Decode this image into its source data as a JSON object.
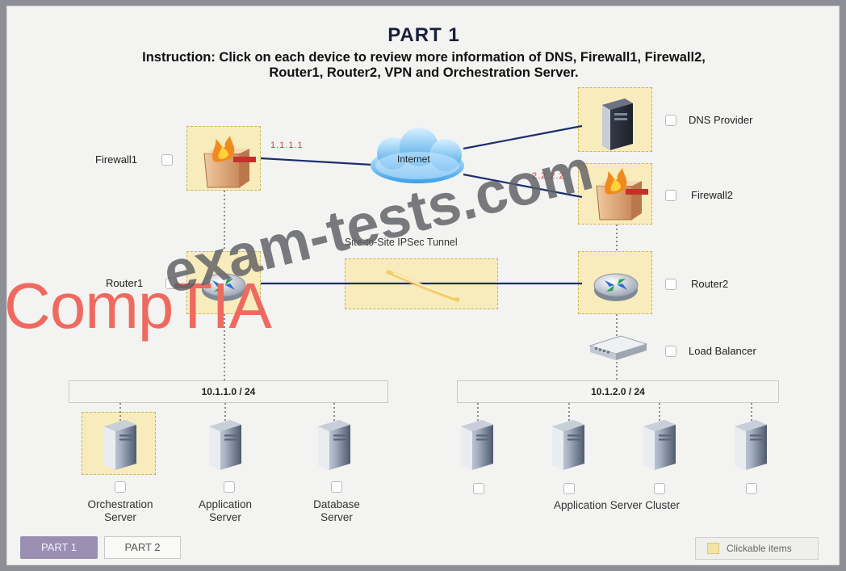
{
  "title": "PART 1",
  "instruction_line1": "Instruction: Click on each device to review more information of DNS, Firewall1, Firewall2,",
  "instruction_line2": "Router1, Router2, VPN and Orchestration Server.",
  "devices": {
    "firewall1": {
      "label": "Firewall1",
      "ip": "1.1.1.1"
    },
    "firewall2": {
      "label": "Firewall2",
      "ip": "2.2.2.2"
    },
    "internet": {
      "label": "Internet"
    },
    "dns": {
      "label": "DNS Provider"
    },
    "router1": {
      "label": "Router1"
    },
    "router2": {
      "label": "Router2"
    },
    "tunnel": {
      "label": "Site-to-Site IPSec Tunnel"
    },
    "load_balancer": {
      "label": "Load Balancer"
    },
    "subnet1": {
      "label": "10.1.1.0 / 24"
    },
    "subnet2": {
      "label": "10.1.2.0 / 24"
    },
    "orchestration": {
      "line1": "Orchestration",
      "line2": "Server"
    },
    "application": {
      "line1": "Application",
      "line2": "Server"
    },
    "database": {
      "line1": "Database",
      "line2": "Server"
    },
    "cluster": {
      "label": "Application Server Cluster"
    }
  },
  "tabs": {
    "part1": "PART 1",
    "part2": "PART 2"
  },
  "legend": {
    "label": "Clickable items"
  },
  "watermark": {
    "comptia": "CompTIA",
    "site": "exam-tests.com"
  },
  "colors": {
    "link": "#1a2f6e",
    "ip": "#d23b3b",
    "highlight": "#f8ecbc",
    "tab_active": "#9a8fb2"
  }
}
